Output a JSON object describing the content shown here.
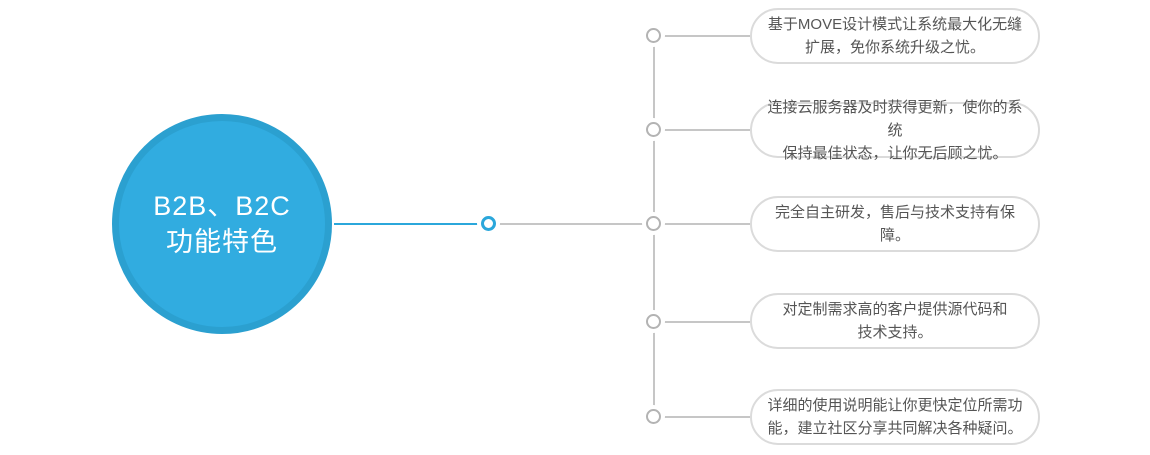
{
  "theme": {
    "accent_blue": "#2BA7DB",
    "circle_fill": "#31ACE0",
    "circle_ring": "#2BA0D0",
    "connector_gray": "#C6C6C6",
    "node_ring_gray": "#B3B3B3",
    "pill_border": "#DBDBDB",
    "pill_text": "#555555",
    "circle_text": "#FFFFFF"
  },
  "diagram": {
    "topic": {
      "line1": "B2B、B2C",
      "line2": "功能特色"
    },
    "features": [
      {
        "lines": [
          "基于MOVE设计模式让系统最大化无缝",
          "扩展，免你系统升级之忧。"
        ]
      },
      {
        "lines": [
          "连接云服务器及时获得更新，使你的系统",
          "保持最佳状态，让你无后顾之忧。"
        ]
      },
      {
        "lines": [
          "完全自主研发，售后与技术支持有保障。"
        ]
      },
      {
        "lines": [
          "对定制需求高的客户提供源代码和",
          "技术支持。"
        ]
      },
      {
        "lines": [
          "详细的使用说明能让你更快定位所需功",
          "能，建立社区分享共同解决各种疑问。"
        ]
      }
    ]
  }
}
